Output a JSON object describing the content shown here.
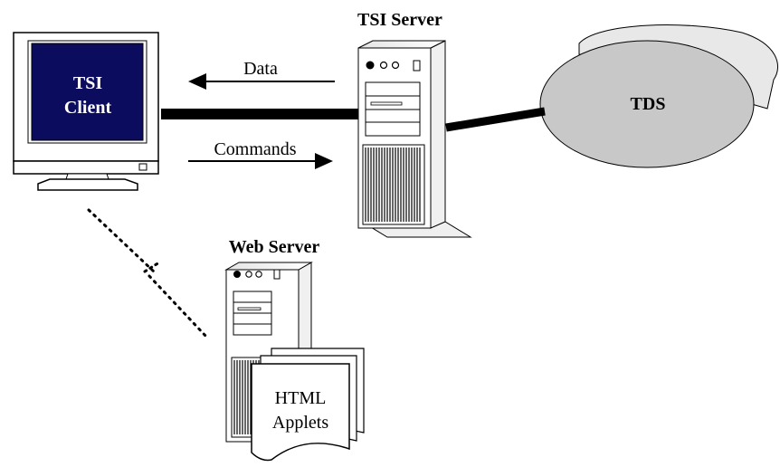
{
  "client": {
    "line1": "TSI",
    "line2": "Client"
  },
  "tsi_server": {
    "label": "TSI Server"
  },
  "web_server": {
    "label": "Web Server"
  },
  "tds": {
    "label": "TDS"
  },
  "arrows": {
    "data_label": "Data",
    "commands_label": "Commands"
  },
  "documents": {
    "line1": "HTML",
    "line2": "Applets"
  },
  "colors": {
    "screen": "#0c0c5e",
    "tds_fill": "#c8c8c8",
    "bezel": "#ffffff"
  }
}
